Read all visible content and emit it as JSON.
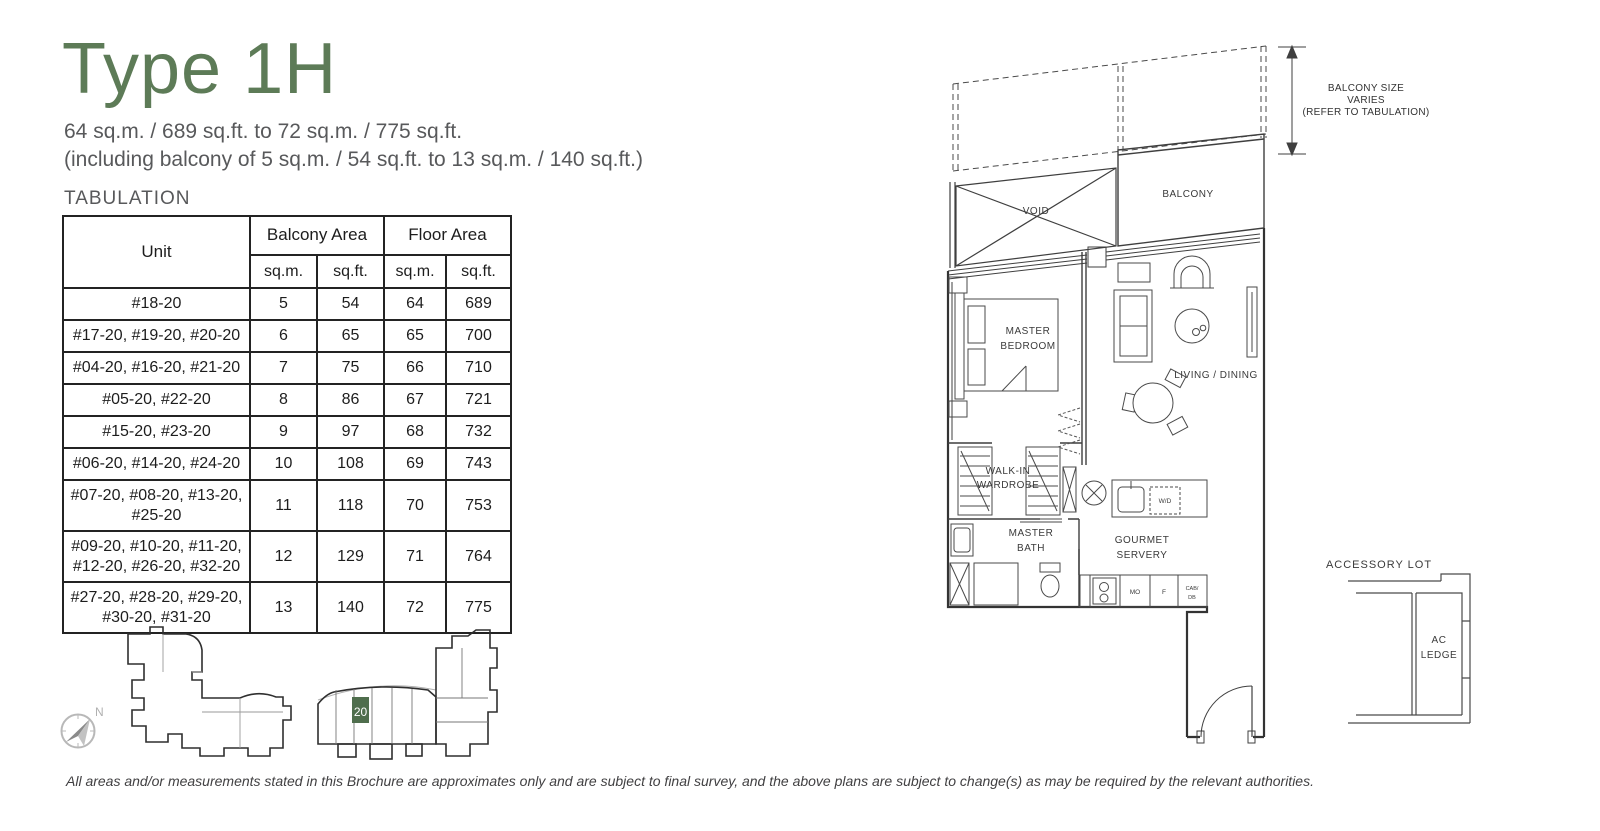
{
  "header": {
    "title": "Type 1H",
    "area_range": "64 sq.m. / 689 sq.ft. to 72 sq.m. / 775 sq.ft.",
    "balcony_note": "(including balcony of 5 sq.m. / 54 sq.ft. to 13 sq.m. / 140 sq.ft.)",
    "tabulation_label": "TABULATION"
  },
  "table": {
    "headers": {
      "unit": "Unit",
      "balcony_area": "Balcony Area",
      "floor_area": "Floor Area"
    },
    "subheaders": [
      "sq.m.",
      "sq.ft.",
      "sq.m.",
      "sq.ft."
    ],
    "rows": [
      {
        "unit": "#18-20",
        "balcony_sqm": "5",
        "balcony_sqft": "54",
        "floor_sqm": "64",
        "floor_sqft": "689"
      },
      {
        "unit": "#17-20, #19-20, #20-20",
        "balcony_sqm": "6",
        "balcony_sqft": "65",
        "floor_sqm": "65",
        "floor_sqft": "700"
      },
      {
        "unit": "#04-20, #16-20, #21-20",
        "balcony_sqm": "7",
        "balcony_sqft": "75",
        "floor_sqm": "66",
        "floor_sqft": "710"
      },
      {
        "unit": "#05-20, #22-20",
        "balcony_sqm": "8",
        "balcony_sqft": "86",
        "floor_sqm": "67",
        "floor_sqft": "721"
      },
      {
        "unit": "#15-20, #23-20",
        "balcony_sqm": "9",
        "balcony_sqft": "97",
        "floor_sqm": "68",
        "floor_sqft": "732"
      },
      {
        "unit": "#06-20, #14-20, #24-20",
        "balcony_sqm": "10",
        "balcony_sqft": "108",
        "floor_sqm": "69",
        "floor_sqft": "743"
      },
      {
        "unit": "#07-20, #08-20, #13-20, #25-20",
        "balcony_sqm": "11",
        "balcony_sqft": "118",
        "floor_sqm": "70",
        "floor_sqft": "753"
      },
      {
        "unit": "#09-20, #10-20, #11-20, #12-20, #26-20, #32-20",
        "balcony_sqm": "12",
        "balcony_sqft": "129",
        "floor_sqm": "71",
        "floor_sqft": "764"
      },
      {
        "unit": "#27-20, #28-20, #29-20, #30-20, #31-20",
        "balcony_sqm": "13",
        "balcony_sqft": "140",
        "floor_sqm": "72",
        "floor_sqft": "775"
      }
    ]
  },
  "floorplan": {
    "labels": {
      "void": "VOID",
      "balcony": "BALCONY",
      "balcony_note_1": "BALCONY SIZE",
      "balcony_note_2": "VARIES",
      "balcony_note_3": "(REFER TO TABULATION)",
      "master_bedroom_1": "MASTER",
      "master_bedroom_2": "BEDROOM",
      "living_dining": "LIVING / DINING",
      "walk_in_1": "WALK-IN",
      "walk_in_2": "WARDROBE",
      "master_bath_1": "MASTER",
      "master_bath_2": "BATH",
      "gourmet_1": "GOURMET",
      "gourmet_2": "SERVERY",
      "washer_dryer": "W/D",
      "microwave": "MO",
      "fridge": "F",
      "cab_1": "CAB/",
      "cab_2": "DB",
      "accessory_lot": "ACCESSORY LOT",
      "ac_ledge_1": "AC",
      "ac_ledge_2": "LEDGE"
    }
  },
  "keyplan": {
    "unit_marker": "20",
    "north_label": "N",
    "highlight_color": "#4f6e4d"
  },
  "footer": {
    "disclaimer": "All areas and/or measurements stated in this Brochure are approximates only and are subject to final survey, and the above plans are subject to change(s) as may be required by the relevant authorities."
  },
  "colors": {
    "title_green": "#5d7b57",
    "text_gray": "#58595b",
    "line_dark": "#3d3d3d"
  }
}
